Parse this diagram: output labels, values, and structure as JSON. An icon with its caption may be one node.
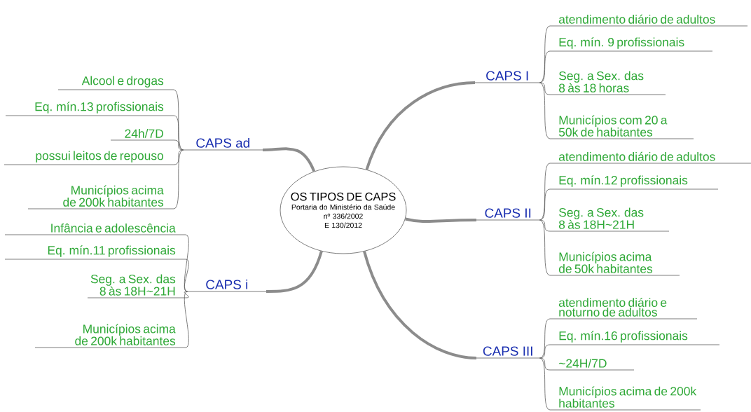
{
  "diagram": {
    "nodes": [
      {
        "text": [
          "OS TIPOS DE CAPS",
          "Portaria do Ministério da Saúde nº 336/2002 E 130/2012"
        ]
      },
      {
        "text": [
          "CAPS ad"
        ]
      },
      {
        "text": [
          "Alcool e drogas"
        ]
      },
      {
        "text": [
          "Eq. mín.13 profissionais"
        ]
      },
      {
        "text": [
          "24h/7D"
        ]
      },
      {
        "text": [
          "possui leitos de repouso"
        ]
      },
      {
        "text": [
          "Municípios acima de 200k habitantes"
        ]
      },
      {
        "text": [
          "CAPS i"
        ]
      },
      {
        "text": [
          "Infância e adolescência"
        ]
      },
      {
        "text": [
          "Eq. mín.11 profissionais"
        ]
      },
      {
        "text": [
          "Seg. a Sex. das 8 às 18H~21H"
        ]
      },
      {
        "text": [
          "Municípios acima de 200k habitantes"
        ]
      },
      {
        "text": [
          "CAPS I"
        ]
      },
      {
        "text": [
          "atendimento diário de adultos"
        ]
      },
      {
        "text": [
          "Eq. mín. 9 profissionais"
        ]
      },
      {
        "text": [
          "Seg. a Sex. das 8 às 18 horas"
        ]
      },
      {
        "text": [
          "Municípios com 20 a 50k de habitantes"
        ]
      },
      {
        "text": [
          "CAPS II"
        ]
      },
      {
        "text": [
          "atendimento diário de adultos"
        ]
      },
      {
        "text": [
          "Eq. mín.12 profissionais"
        ]
      },
      {
        "text": [
          "Seg. a Sex. das 8 às 18H~21H"
        ]
      },
      {
        "text": [
          "Municípios acima de 50k habitantes"
        ]
      },
      {
        "text": [
          "CAPS III"
        ]
      },
      {
        "text": [
          "atendimento diário e noturno de adultos"
        ]
      },
      {
        "text": [
          "Eq. mín.16 profissionais"
        ]
      },
      {
        "text": [
          "~24H/7D"
        ]
      },
      {
        "text": [
          "Municípios acima de 200k habitantes"
        ]
      }
    ],
    "edges": [
      {
        "from": 0,
        "to": 1,
        "arrow": "none",
        "style": "thick"
      },
      {
        "from": 0,
        "to": 7,
        "arrow": "none",
        "style": "thick"
      },
      {
        "from": 0,
        "to": 12,
        "arrow": "none",
        "style": "thick"
      },
      {
        "from": 0,
        "to": 17,
        "arrow": "none",
        "style": "thick"
      },
      {
        "from": 0,
        "to": 22,
        "arrow": "none",
        "style": "thick"
      },
      {
        "from": 1,
        "to": 2,
        "arrow": "none"
      },
      {
        "from": 1,
        "to": 3,
        "arrow": "none"
      },
      {
        "from": 1,
        "to": 4,
        "arrow": "none"
      },
      {
        "from": 1,
        "to": 5,
        "arrow": "none"
      },
      {
        "from": 1,
        "to": 6,
        "arrow": "none"
      },
      {
        "from": 7,
        "to": 8,
        "arrow": "none"
      },
      {
        "from": 7,
        "to": 9,
        "arrow": "none"
      },
      {
        "from": 7,
        "to": 10,
        "arrow": "none"
      },
      {
        "from": 7,
        "to": 11,
        "arrow": "none"
      },
      {
        "from": 12,
        "to": 13,
        "arrow": "none"
      },
      {
        "from": 12,
        "to": 14,
        "arrow": "none"
      },
      {
        "from": 12,
        "to": 15,
        "arrow": "none"
      },
      {
        "from": 12,
        "to": 16,
        "arrow": "none"
      },
      {
        "from": 17,
        "to": 18,
        "arrow": "none"
      },
      {
        "from": 17,
        "to": 19,
        "arrow": "none"
      },
      {
        "from": 17,
        "to": 20,
        "arrow": "none"
      },
      {
        "from": 17,
        "to": 21,
        "arrow": "none"
      },
      {
        "from": 22,
        "to": 23,
        "arrow": "none"
      },
      {
        "from": 22,
        "to": 24,
        "arrow": "none"
      },
      {
        "from": 22,
        "to": 25,
        "arrow": "none"
      },
      {
        "from": 22,
        "to": 26,
        "arrow": "none"
      }
    ]
  }
}
